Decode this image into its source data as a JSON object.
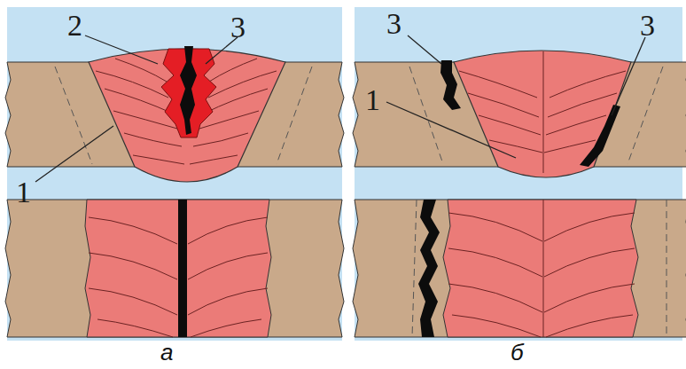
{
  "diagram": {
    "labels": [
      "2",
      "3",
      "1",
      "3",
      "1",
      "3",
      "а",
      "б"
    ]
  }
}
